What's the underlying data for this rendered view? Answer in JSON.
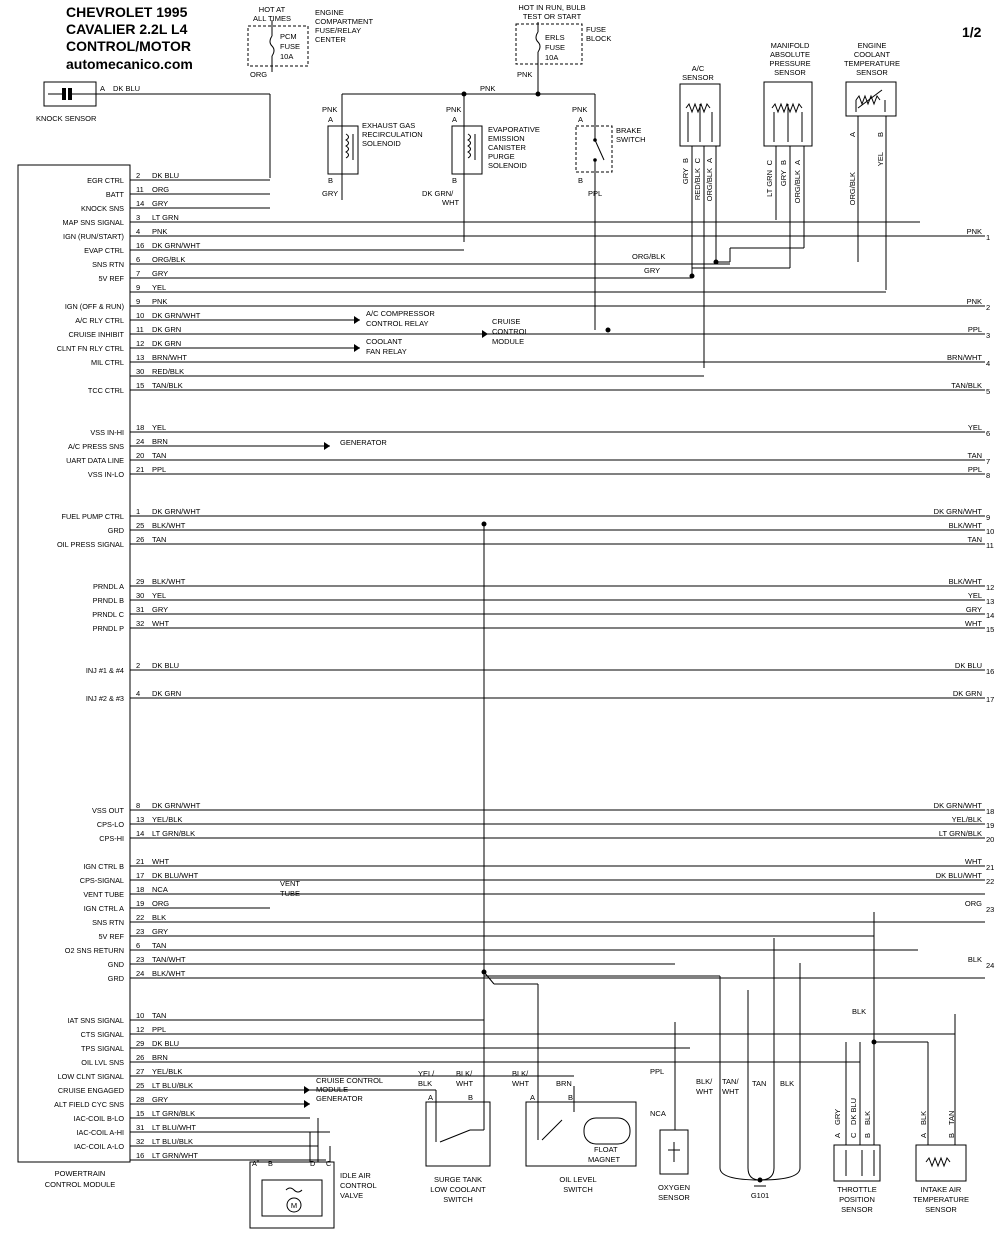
{
  "header": {
    "line1": "CHEVROLET 1995",
    "line2": "CAVALIER 2.2L  L4",
    "line3": "CONTROL/MOTOR",
    "site": "automecanico.com",
    "page": "1/2"
  },
  "pcm": {
    "name": [
      "POWERTRAIN",
      "CONTROL MODULE"
    ]
  },
  "circuits": [
    {
      "label": "EGR CTRL",
      "pin": "2",
      "color": "DK BLU"
    },
    {
      "label": "BATT",
      "pin": "11",
      "color": "ORG"
    },
    {
      "label": "KNOCK SNS",
      "pin": "14",
      "color": "GRY"
    },
    {
      "label": "MAP SNS SIGNAL",
      "pin": "3",
      "color": "LT GRN"
    },
    {
      "label": "IGN (RUN/START)",
      "pin": "4",
      "color": "PNK",
      "out": "PNK",
      "ref": "1"
    },
    {
      "label": "EVAP CTRL",
      "pin": "16",
      "color": "DK GRN/WHT"
    },
    {
      "label": "SNS RTN",
      "pin": "6",
      "color": "ORG/BLK"
    },
    {
      "label": "5V REF",
      "pin": "7",
      "color": "GRY"
    },
    {
      "label": "",
      "pin": "9",
      "color": "YEL"
    },
    {
      "label": "IGN (OFF & RUN)",
      "pin": "9",
      "color": "PNK",
      "out": "PNK",
      "ref": "2"
    },
    {
      "label": "A/C RLY CTRL",
      "pin": "10",
      "color": "DK GRN/WHT"
    },
    {
      "label": "CRUISE INHIBIT",
      "pin": "11",
      "color": "DK GRN",
      "out": "PPL",
      "ref": "3"
    },
    {
      "label": "CLNT FN RLY CTRL",
      "pin": "12",
      "color": "DK GRN"
    },
    {
      "label": "MIL CTRL",
      "pin": "13",
      "color": "BRN/WHT",
      "out": "BRN/WHT",
      "ref": "4"
    },
    {
      "label": "",
      "pin": "30",
      "color": "RED/BLK"
    },
    {
      "label": "TCC CTRL",
      "pin": "15",
      "color": "TAN/BLK",
      "out": "TAN/BLK",
      "ref": "5"
    },
    {
      "label": "VSS IN-HI",
      "pin": "18",
      "color": "YEL",
      "out": "YEL",
      "ref": "6"
    },
    {
      "label": "A/C PRESS SNS",
      "pin": "24",
      "color": "BRN"
    },
    {
      "label": "UART DATA LINE",
      "pin": "20",
      "color": "TAN",
      "out": "TAN",
      "ref": "7"
    },
    {
      "label": "VSS IN-LO",
      "pin": "21",
      "color": "PPL",
      "out": "PPL",
      "ref": "8"
    },
    {
      "label": "FUEL PUMP CTRL",
      "pin": "1",
      "color": "DK GRN/WHT",
      "out": "DK GRN/WHT",
      "ref": "9"
    },
    {
      "label": "GRD",
      "pin": "25",
      "color": "BLK/WHT",
      "out": "BLK/WHT",
      "ref": "10"
    },
    {
      "label": "OIL PRESS SIGNAL",
      "pin": "26",
      "color": "TAN",
      "out": "TAN",
      "ref": "11"
    },
    {
      "label": "PRNDL A",
      "pin": "29",
      "color": "BLK/WHT",
      "out": "BLK/WHT",
      "ref": "12"
    },
    {
      "label": "PRNDL B",
      "pin": "30",
      "color": "YEL",
      "out": "YEL",
      "ref": "13"
    },
    {
      "label": "PRNDL C",
      "pin": "31",
      "color": "GRY",
      "out": "GRY",
      "ref": "14"
    },
    {
      "label": "PRNDL P",
      "pin": "32",
      "color": "WHT",
      "out": "WHT",
      "ref": "15"
    },
    {
      "label": "INJ #1 & #4",
      "pin": "2",
      "color": "DK BLU",
      "out": "DK BLU",
      "ref": "16"
    },
    {
      "label": "INJ #2 & #3",
      "pin": "4",
      "color": "DK GRN",
      "out": "DK GRN",
      "ref": "17"
    },
    {
      "label": "VSS OUT",
      "pin": "8",
      "color": "DK GRN/WHT",
      "out": "DK GRN/WHT",
      "ref": "18"
    },
    {
      "label": "CPS-LO",
      "pin": "13",
      "color": "YEL/BLK",
      "out": "YEL/BLK",
      "ref": "19"
    },
    {
      "label": "CPS-HI",
      "pin": "14",
      "color": "LT GRN/BLK",
      "out": "LT GRN/BLK",
      "ref": "20"
    },
    {
      "label": "IGN CTRL B",
      "pin": "21",
      "color": "WHT",
      "out": "WHT",
      "ref": "21"
    },
    {
      "label": "CPS-SIGNAL",
      "pin": "17",
      "color": "DK BLU/WHT",
      "out": "DK BLU/WHT",
      "ref": "22"
    },
    {
      "label": "VENT TUBE",
      "pin": "18",
      "color": "NCA"
    },
    {
      "label": "IGN CTRL A",
      "pin": "19",
      "color": "ORG",
      "out": "ORG",
      "ref": "23"
    },
    {
      "label": "SNS RTN",
      "pin": "22",
      "color": "BLK"
    },
    {
      "label": "5V REF",
      "pin": "23",
      "color": "GRY"
    },
    {
      "label": "O2 SNS RETURN",
      "pin": "6",
      "color": "TAN"
    },
    {
      "label": "GND",
      "pin": "23",
      "color": "TAN/WHT",
      "out": "BLK",
      "ref": "24"
    },
    {
      "label": "GRD",
      "pin": "24",
      "color": "BLK/WHT"
    },
    {
      "label": "IAT SNS SIGNAL",
      "pin": "10",
      "color": "TAN"
    },
    {
      "label": "CTS SIGNAL",
      "pin": "12",
      "color": "PPL"
    },
    {
      "label": "TPS SIGNAL",
      "pin": "29",
      "color": "DK BLU"
    },
    {
      "label": "OIL LVL SNS",
      "pin": "26",
      "color": "BRN"
    },
    {
      "label": "LOW CLNT SIGNAL",
      "pin": "27",
      "color": "YEL/BLK"
    },
    {
      "label": "CRUISE ENGAGED",
      "pin": "25",
      "color": "LT BLU/BLK"
    },
    {
      "label": "ALT FIELD CYC SNS",
      "pin": "28",
      "color": "GRY"
    },
    {
      "label": "IAC-COIL B-LO",
      "pin": "15",
      "color": "LT GRN/BLK"
    },
    {
      "label": "IAC-COIL A-HI",
      "pin": "31",
      "color": "LT BLU/WHT"
    },
    {
      "label": "IAC-COIL A-LO",
      "pin": "32",
      "color": "LT BLU/BLK"
    },
    {
      "label": "",
      "pin": "16",
      "color": "LT GRN/WHT"
    }
  ],
  "components": {
    "knock_sensor": {
      "name": "KNOCK SENSOR",
      "pin": "A",
      "wire": "DK BLU"
    },
    "pcm_fuse": {
      "hot": [
        "HOT AT",
        "ALL TIMES"
      ],
      "name": [
        "PCM",
        "FUSE",
        "10A"
      ],
      "location": [
        "ENGINE",
        "COMPARTMENT",
        "FUSE/RELAY",
        "CENTER"
      ],
      "wire": "ORG"
    },
    "erls_fuse": {
      "hot": [
        "HOT IN RUN, BULB",
        "TEST OR START"
      ],
      "name": [
        "ERLS",
        "FUSE",
        "10A"
      ],
      "location": [
        "FUSE",
        "BLOCK"
      ],
      "wire": "PNK"
    },
    "egr": {
      "name": [
        "EXHAUST GAS",
        "RECIRCULATION",
        "SOLENOID"
      ],
      "pin_a": "A",
      "pin_b": "B",
      "wire_a": "PNK",
      "wire_b": "GRY"
    },
    "evap": {
      "name": [
        "EVAPORATIVE",
        "EMISSION",
        "CANISTER",
        "PURGE",
        "SOLENOID"
      ],
      "pin_a": "A",
      "pin_b": "B",
      "wire_a": "PNK",
      "wire_b": [
        "DK GRN/",
        "WHT"
      ]
    },
    "brake": {
      "name": [
        "BRAKE",
        "SWITCH"
      ],
      "pin_a": "A",
      "pin_b": "B",
      "wire_a": "PNK",
      "wire_b": "PPL"
    },
    "ac_sensor": {
      "name": [
        "A/C",
        "SENSOR"
      ],
      "pins": [
        "B",
        "C",
        "A"
      ],
      "wires": [
        "GRY",
        "RED/BLK",
        "ORG/BLK"
      ]
    },
    "map_sensor": {
      "name": [
        "MANIFOLD",
        "ABSOLUTE",
        "PRESSURE",
        "SENSOR"
      ],
      "pins": [
        "C",
        "B",
        "A"
      ],
      "wires": [
        "LT GRN",
        "GRY",
        "ORG/BLK"
      ]
    },
    "ect_sensor": {
      "name": [
        "ENGINE",
        "COOLANT",
        "TEMPERATURE",
        "SENSOR"
      ],
      "pins": [
        "A",
        "B"
      ],
      "wires": [
        "ORG/BLK",
        "YEL"
      ]
    },
    "pnk_bus": "PNK",
    "rtn_labels": [
      "ORG/BLK",
      "GRY"
    ],
    "ac_relay": [
      "A/C COMPRESSOR",
      "CONTROL RELAY"
    ],
    "cruise_module": [
      "CRUISE",
      "CONTROL",
      "MODULE"
    ],
    "coolant_relay": [
      "COOLANT",
      "FAN RELAY"
    ],
    "generator": "GENERATOR",
    "vent_tube": [
      "VENT",
      "TUBE"
    ],
    "cruise_module_2": [
      "CRUISE CONTROL",
      "MODULE"
    ],
    "generator_2": "GENERATOR",
    "iac": {
      "name": [
        "IDLE AIR",
        "CONTROL",
        "VALVE"
      ],
      "pins": [
        "B",
        "C",
        "D",
        "A"
      ],
      "motor": "M"
    },
    "surge_tank": {
      "name": [
        "SURGE TANK",
        "LOW COOLANT",
        "SWITCH"
      ],
      "pins": [
        "A",
        "B"
      ],
      "wires": [
        [
          "YEL/",
          "BLK"
        ],
        [
          "BLK/",
          "WHT"
        ]
      ]
    },
    "oil_level": {
      "name": [
        "OIL LEVEL",
        "SWITCH"
      ],
      "pins": [
        "A",
        "B"
      ],
      "wires": [
        [
          "BLK/",
          "WHT"
        ],
        "BRN"
      ],
      "magnet": [
        "FLOAT",
        "MAGNET"
      ]
    },
    "oxygen": {
      "name": [
        "OXYGEN",
        "SENSOR"
      ],
      "wire": "PPL",
      "nca": "NCA"
    },
    "g101": {
      "name": "G101",
      "wires": [
        [
          "BLK/",
          "WHT"
        ],
        [
          "TAN/",
          "WHT"
        ],
        "TAN",
        "BLK"
      ]
    },
    "tps": {
      "name": [
        "THROTTLE",
        "POSITION",
        "SENSOR"
      ],
      "pins": [
        "A",
        "C",
        "B"
      ],
      "wires": [
        "GRY",
        "DK BLU",
        "BLK"
      ]
    },
    "iat": {
      "name": [
        "INTAKE AIR",
        "TEMPERATURE",
        "SENSOR"
      ],
      "pins": [
        "A",
        "B"
      ],
      "wires": [
        "BLK",
        "TAN"
      ]
    },
    "blk_bus": "BLK"
  }
}
